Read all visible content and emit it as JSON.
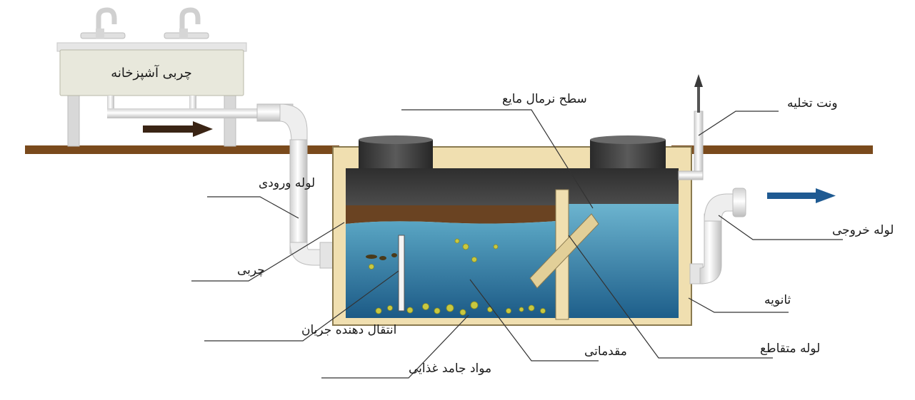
{
  "sink_label": "چربی آشپزخانه",
  "labels": {
    "normal_liquid_level": "سطح نرمال مایع",
    "vent": "ونت تخلیه",
    "inlet_pipe": "لوله ورودی",
    "outlet_pipe": "لوله خروجی",
    "grease": "چربی",
    "secondary": "ثانویه",
    "flow_transfer": "انتقال دهنده جریان",
    "primary": "مقدماتی",
    "cross_pipe": "لوله متقاطع",
    "food_solids": "مواد جامد غذایی"
  },
  "colors": {
    "ground": "#7a4a1c",
    "tank_wall": "#f0dfb0",
    "water_top": "#5aa6c4",
    "water_bottom": "#1c5a86",
    "grease_layer": "#6a4322",
    "air_space": "#3a3a3a",
    "flow_arrow_in": "#3a2414",
    "flow_arrow_out": "#1f5a92",
    "solids": "#c8c840"
  }
}
